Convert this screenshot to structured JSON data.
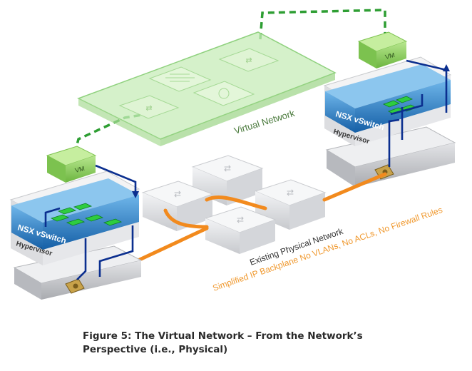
{
  "diagram": {
    "virtual_network_label": "Virtual Network",
    "vm_label": "VM",
    "nsx_vswitch_label": "NSX vSwitch",
    "hypervisor_label": "Hypervisor",
    "existing_physical_network_label": "Existing Physical Network",
    "backplane_note": "Simplified IP Backplane No VLANs, No ACLs, No Firewall Rules",
    "colors": {
      "virtual_network_green": "#8fd17e",
      "vm_green": "#7cc24f",
      "overlay_link_green": "#2e9e33",
      "vswitch_blue": "#1f6fb5",
      "tunnel_blue": "#0b2f8f",
      "physical_link_orange": "#f28a1d",
      "backplane_text_orange": "#f0992f",
      "server_gray": "#c9cbd0"
    }
  },
  "caption": {
    "line1": "Figure 5: The Virtual Network – From the Network’s",
    "line2": "Perspective (i.e., Physical)"
  }
}
